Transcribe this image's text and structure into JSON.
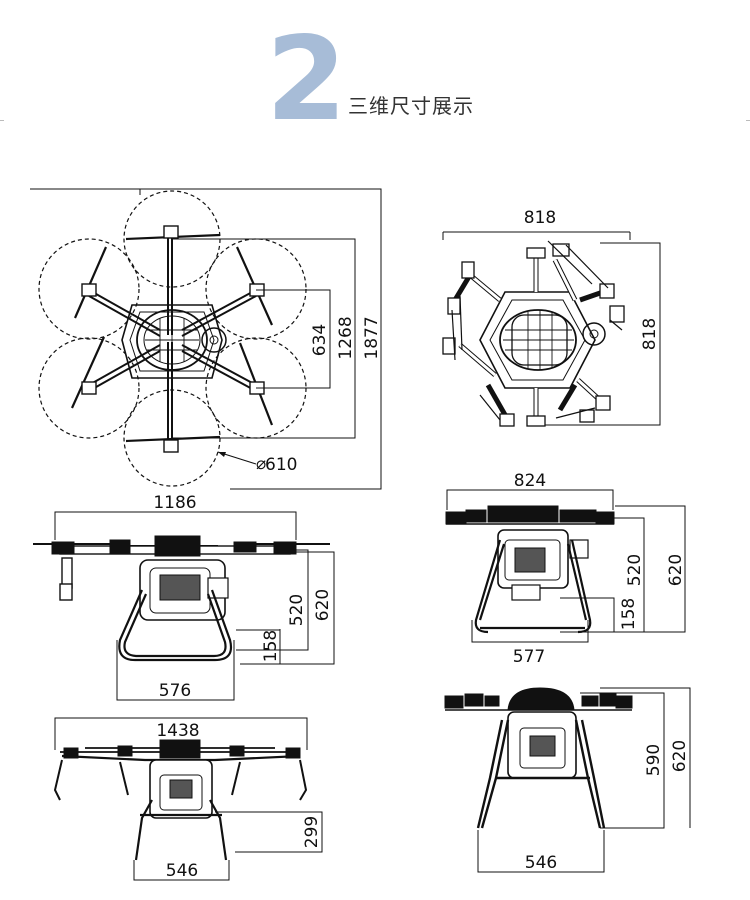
{
  "header": {
    "number": "2",
    "title": "三维尺寸展示",
    "number_color": "#a7bcd7"
  },
  "views": {
    "top_view": {
      "dims": [
        "634",
        "1268",
        "1877"
      ],
      "prop_diameter": "610",
      "diameter_symbol": "⌀"
    },
    "top_view_folded": {
      "dims": [
        "818",
        "818"
      ]
    },
    "front_view_unfolded": {
      "dims": [
        "1186",
        "520",
        "620",
        "158",
        "576"
      ]
    },
    "side_view_folded": {
      "dims": [
        "824",
        "520",
        "620",
        "158",
        "577"
      ]
    },
    "front_view_with_spray": {
      "dims": [
        "1438",
        "299",
        "546"
      ]
    },
    "side_view_compact": {
      "dims": [
        "590",
        "620",
        "546"
      ]
    }
  }
}
